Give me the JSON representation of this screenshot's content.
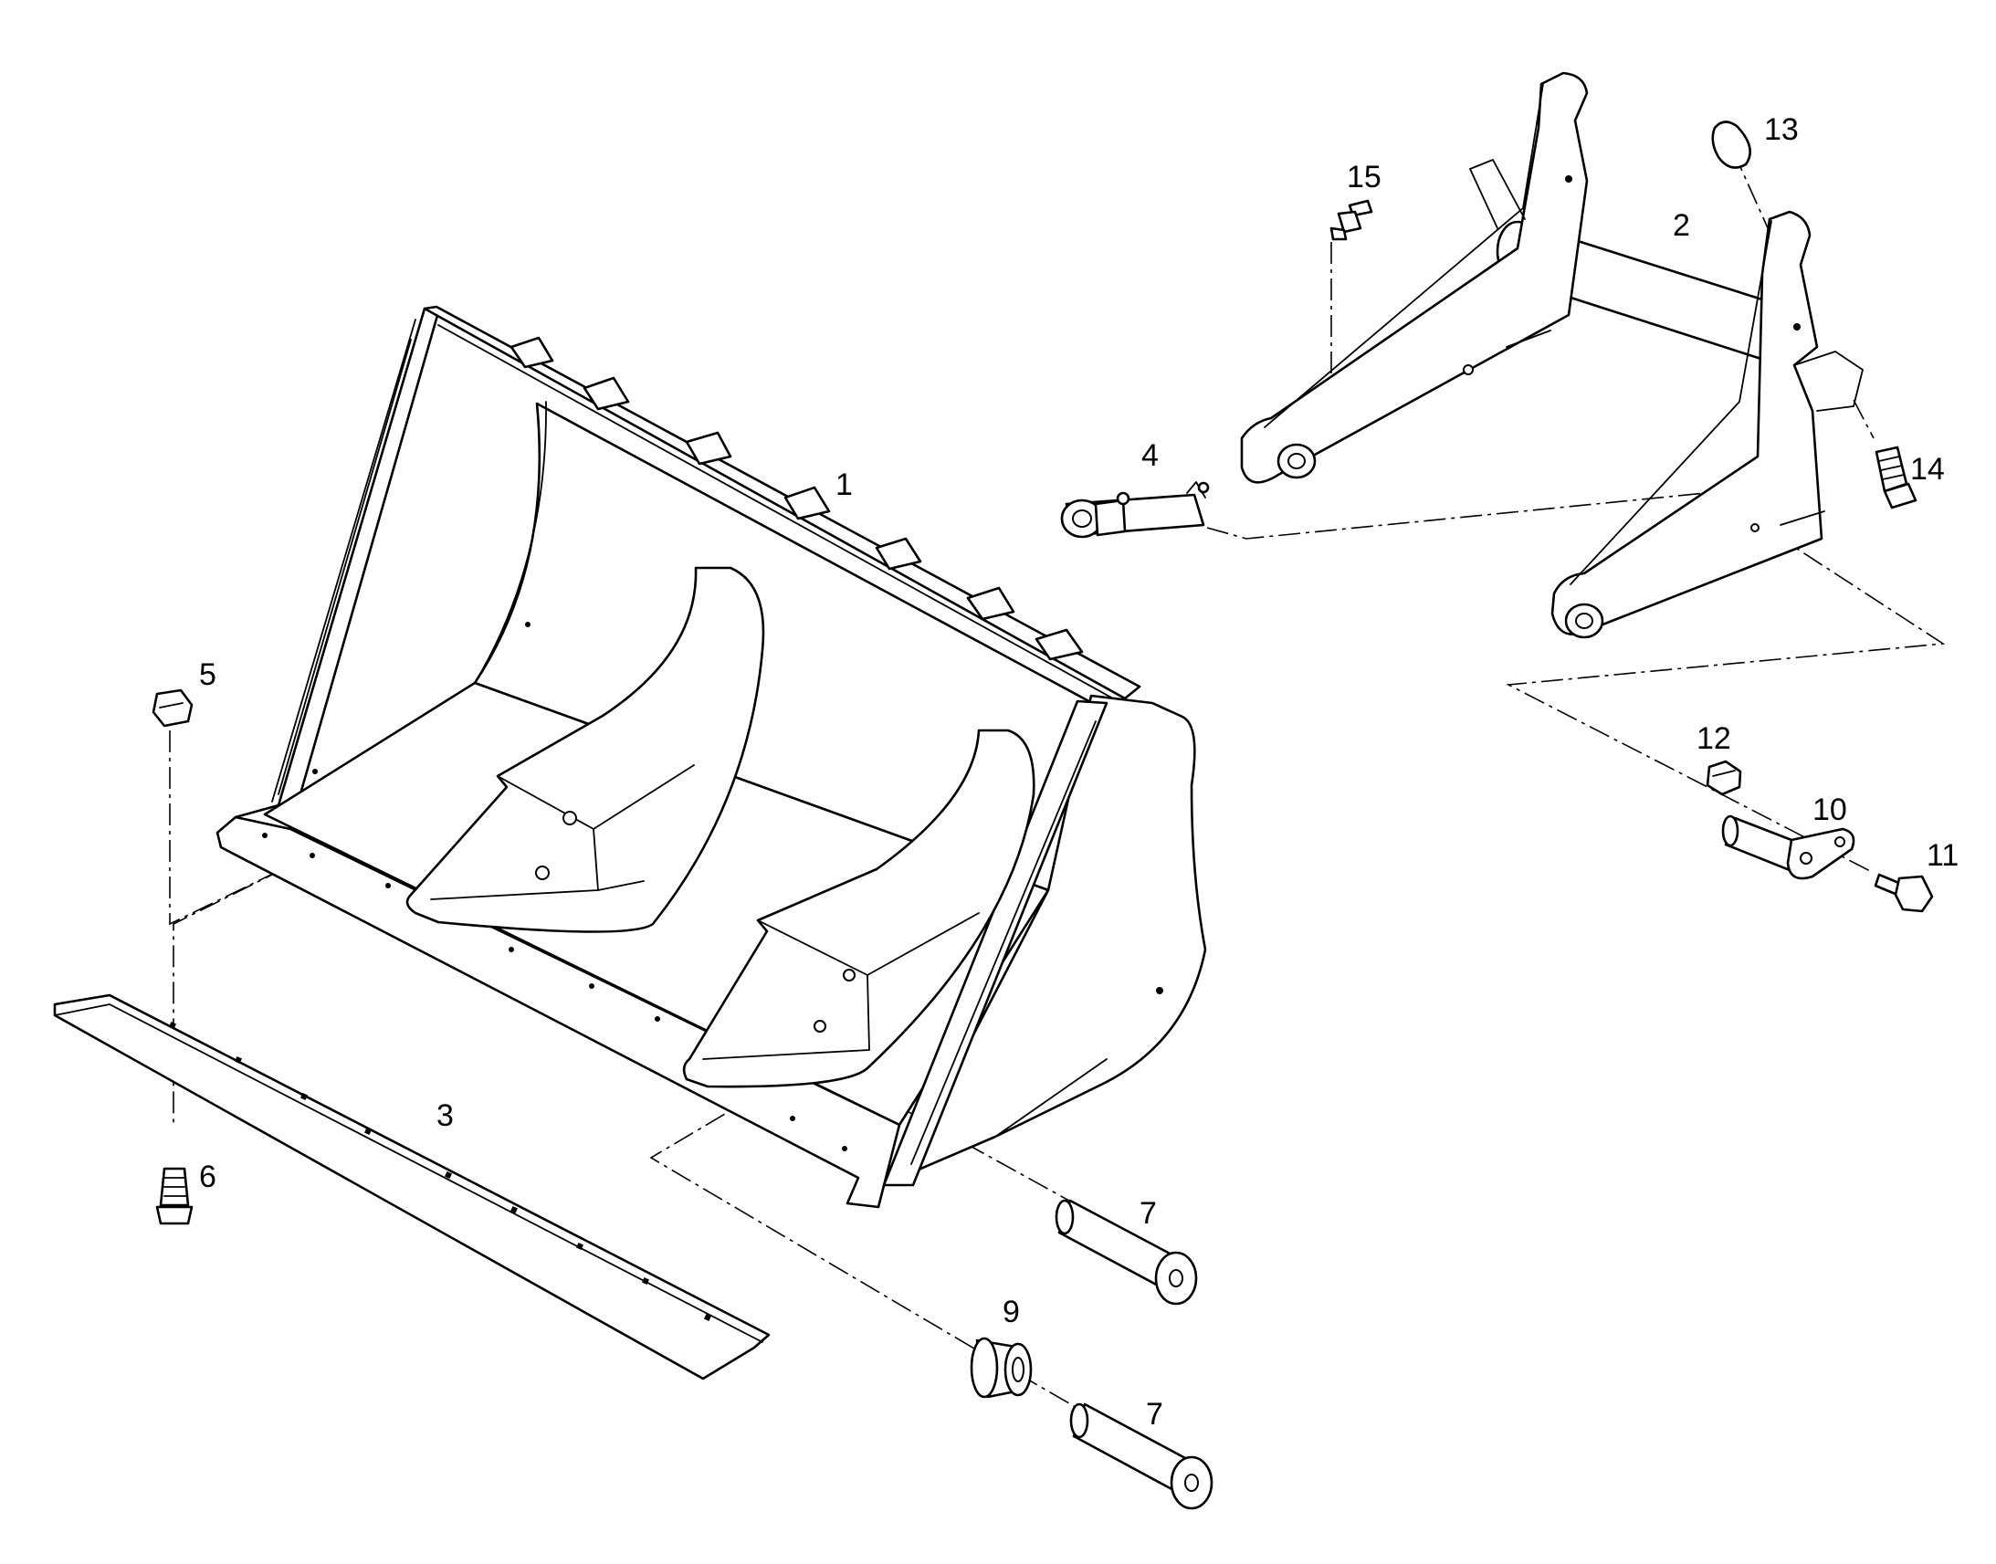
{
  "diagram": {
    "callouts": [
      {
        "id": "1",
        "label": "1"
      },
      {
        "id": "2",
        "label": "2"
      },
      {
        "id": "3",
        "label": "3"
      },
      {
        "id": "4",
        "label": "4"
      },
      {
        "id": "5",
        "label": "5"
      },
      {
        "id": "6",
        "label": "6"
      },
      {
        "id": "7a",
        "label": "7"
      },
      {
        "id": "7b",
        "label": "7"
      },
      {
        "id": "9",
        "label": "9"
      },
      {
        "id": "10",
        "label": "10"
      },
      {
        "id": "11",
        "label": "11"
      },
      {
        "id": "12",
        "label": "12"
      },
      {
        "id": "13",
        "label": "13"
      },
      {
        "id": "14",
        "label": "14"
      },
      {
        "id": "15",
        "label": "15"
      }
    ],
    "line_color": "#000000",
    "background_color": "#ffffff"
  }
}
